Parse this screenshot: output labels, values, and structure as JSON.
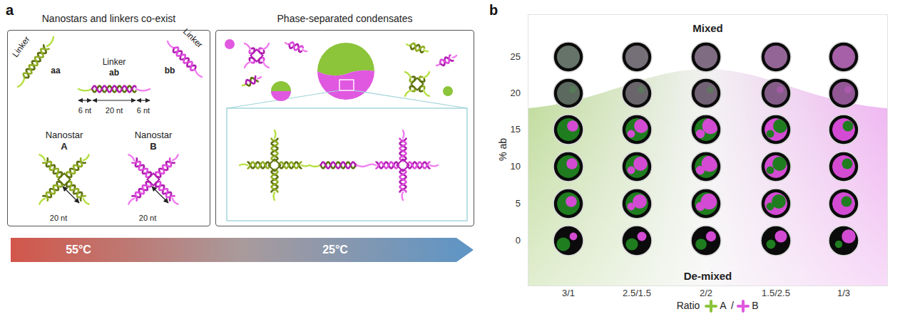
{
  "diagram": {
    "nodes": [
      {
        "text": [
          "Nanostars and linkers co-exist"
        ]
      },
      {
        "text": [
          "Phase-separated condensates"
        ]
      },
      {
        "text": [
          "Mixed",
          "De-mixed"
        ]
      }
    ],
    "labels": [
      "a",
      "b",
      "Linker",
      "aa",
      "Linker",
      "ab",
      "Linker",
      "bb",
      "6 nt",
      "20 nt",
      "6 nt",
      "Nanostar",
      "A",
      "Nanostar",
      "B",
      "20 nt",
      "20 nt",
      "55°C",
      "25°C",
      "% ab",
      "25",
      "20",
      "15",
      "10",
      "5",
      "0",
      "3/1",
      "2.5/1.5",
      "2/2",
      "1.5/2.5",
      "1/3",
      "Ratio",
      "A",
      "/",
      "B"
    ]
  }
}
